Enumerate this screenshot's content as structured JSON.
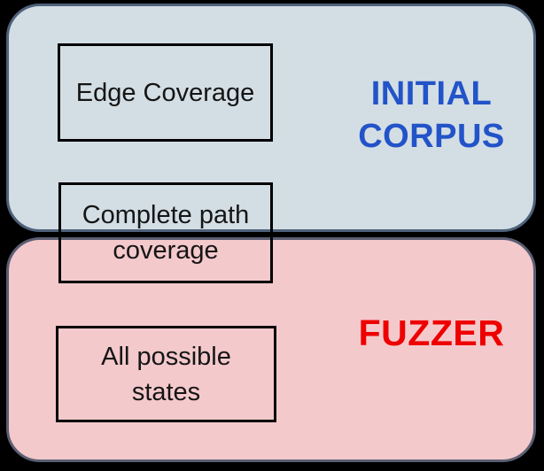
{
  "canvas": {
    "background": "#000000"
  },
  "regions": {
    "initial_corpus": {
      "label_lines": [
        "INITIAL",
        "CORPUS"
      ],
      "label_color": "#2253c8",
      "fill": "#d3dee4",
      "border": "#4f617a"
    },
    "fuzzer": {
      "label": "FUZZER",
      "label_color": "#ee0000",
      "fill": "#f4c9cc",
      "border": "#5a5f72"
    }
  },
  "boxes": [
    {
      "label": "Edge Coverage"
    },
    {
      "label": "Complete path coverage"
    },
    {
      "label": "All possible states"
    }
  ]
}
